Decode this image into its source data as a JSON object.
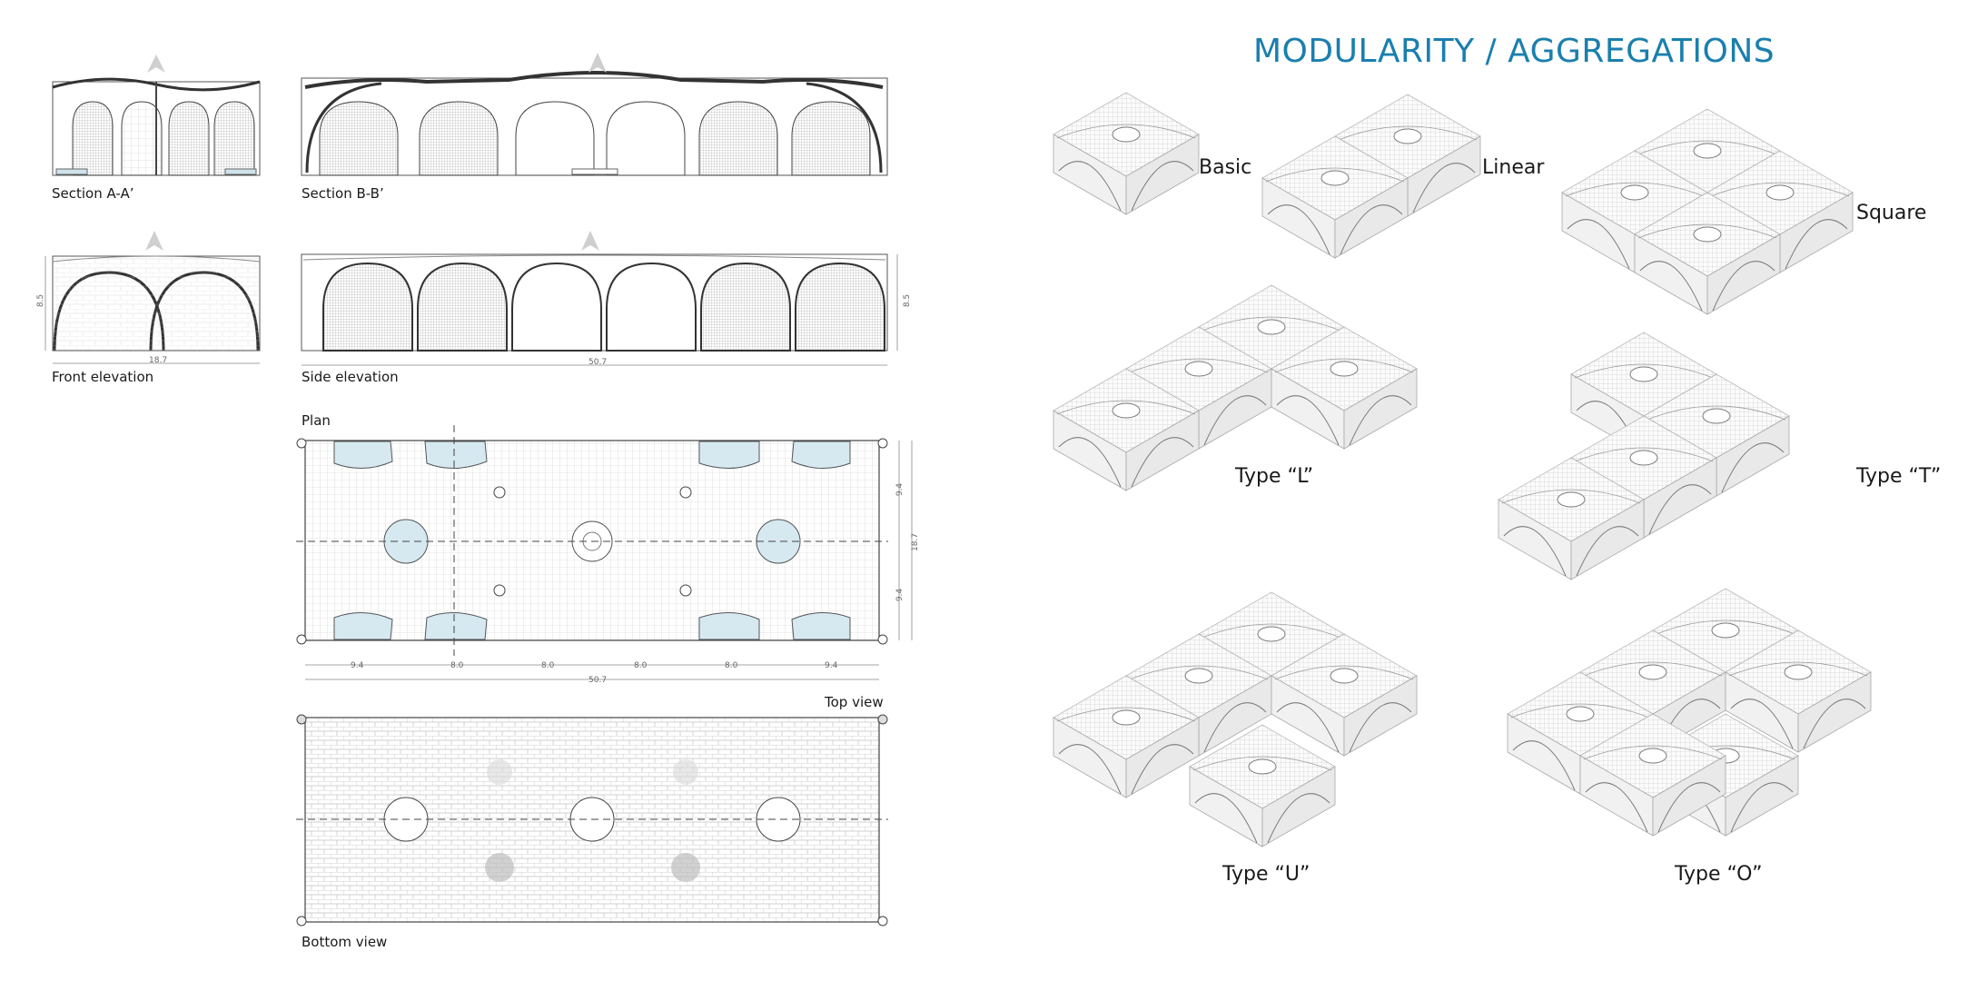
{
  "title": "MODULARITY / AGGREGATIONS",
  "drawings": {
    "section_aa": "Section A-A’",
    "section_bb": "Section B-B’",
    "front_elevation": "Front elevation",
    "side_elevation": "Side elevation",
    "plan": "Plan",
    "top_view": "Top view",
    "bottom_view": "Bottom view"
  },
  "dimensions": {
    "height": "8.5",
    "front_width": "18.7",
    "side_length": "50.7",
    "plan_bays": [
      "9.4",
      "8.0",
      "8.0",
      "8.0",
      "8.0",
      "9.4"
    ],
    "plan_total": "50.7",
    "plan_width": "18.7",
    "plan_half": [
      "9.4",
      "9.4"
    ]
  },
  "aggregations": {
    "basic": "Basic",
    "linear": "Linear",
    "square": "Square",
    "type_l": "Type “L”",
    "type_t": "Type “T”",
    "type_u": "Type “U”",
    "type_o": "Type “O”"
  },
  "colors": {
    "accent": "#1a7fae",
    "water": "#d6e9f1",
    "line": "#555555"
  }
}
